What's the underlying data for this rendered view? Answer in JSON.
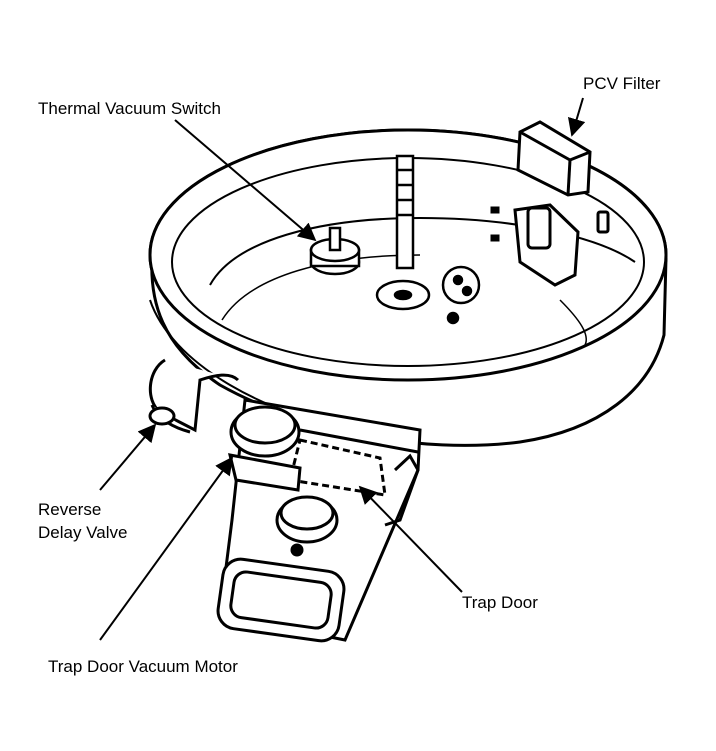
{
  "labels": {
    "pcv_filter": "PCV Filter",
    "thermal_vacuum_switch": "Thermal Vacuum Switch",
    "reverse_delay_valve_line1": "Reverse",
    "reverse_delay_valve_line2": "Delay Valve",
    "trap_door": "Trap Door",
    "trap_door_vacuum_motor": "Trap Door Vacuum Motor"
  },
  "colors": {
    "ink": "#000000",
    "paper": "#ffffff"
  }
}
